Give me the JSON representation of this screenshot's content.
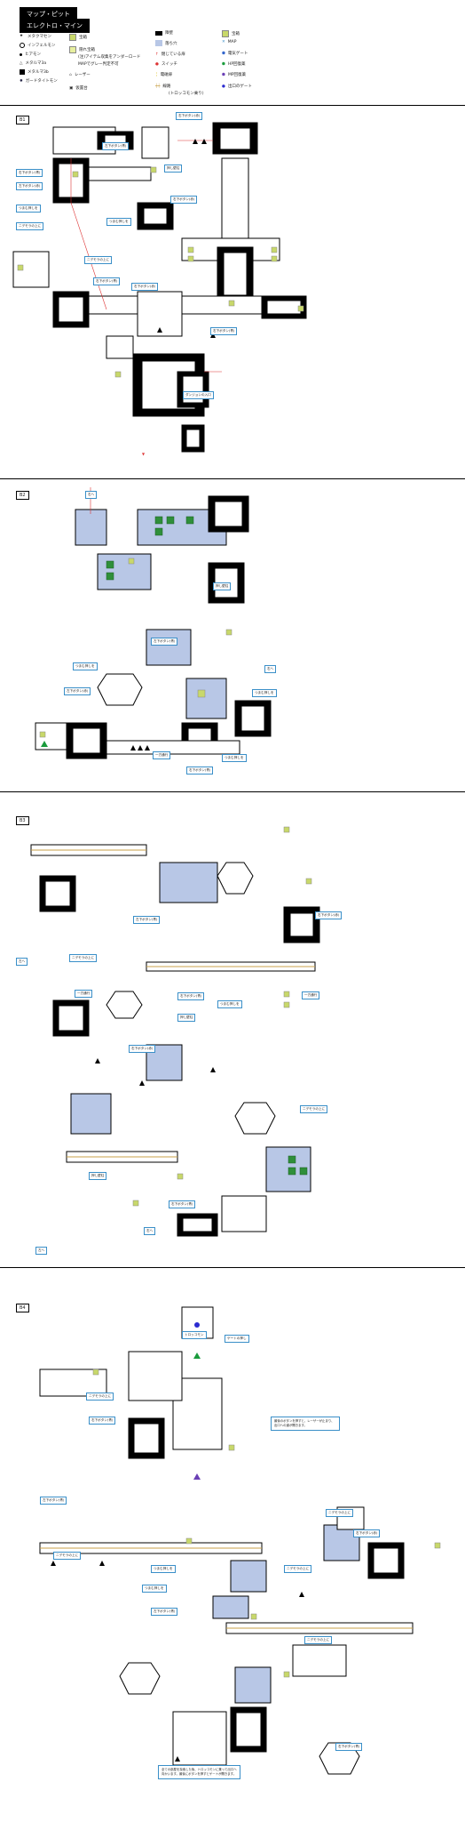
{
  "header": {
    "title": "マップ・ピット",
    "subtitle": "エレクトロ・マイン"
  },
  "legend": [
    {
      "icon": "star-icon",
      "label": "メタクマセン"
    },
    {
      "icon": "circle-icon",
      "label": "インフェルモン"
    },
    {
      "icon": "dot-icon",
      "label": "ヒアモン"
    },
    {
      "icon": "triangle-icon",
      "label": "メタルマ3a"
    },
    {
      "icon": "square-icon",
      "label": "メタルマ3b"
    },
    {
      "icon": "sun-icon",
      "label": "ガードタイトモン"
    },
    {
      "icon": "chest-icon",
      "label": "宝箱"
    },
    {
      "icon": "grid-icon",
      "label": "隠れ宝箱"
    },
    {
      "icon": "note-icon",
      "label": "(注)アイテム収集をアンダーロード"
    },
    {
      "icon": "note-icon",
      "label": "MAPでグレー判定不可"
    },
    {
      "icon": "laser-icon",
      "label": "レーザー"
    },
    {
      "icon": "switch-icon",
      "label": "仮置台"
    },
    {
      "icon": "wall-icon",
      "label": "障壁"
    },
    {
      "icon": "water-icon",
      "label": "落ち穴"
    },
    {
      "icon": "arrow-icon",
      "label": "閉じている扉"
    },
    {
      "icon": "star-red-icon",
      "label": "スイッチ"
    },
    {
      "icon": "door-icon",
      "label": "電磁扉"
    },
    {
      "icon": "rail-icon",
      "label": "線路"
    },
    {
      "icon": "rail-icon",
      "label": "(トロッコモン乗り)"
    },
    {
      "icon": "save-icon",
      "label": "宝箱"
    },
    {
      "icon": "map-icon",
      "label": "MAP"
    },
    {
      "icon": "gate-icon",
      "label": "電気ゲート"
    },
    {
      "icon": "hp-icon",
      "label": "HP回復薬"
    },
    {
      "icon": "mp-icon",
      "label": "MP回復薬"
    },
    {
      "icon": "exit-icon",
      "label": "出口のゲート"
    }
  ],
  "floors": [
    {
      "label": "B1",
      "callouts": [
        "左下ボタン(青)",
        "右下ボタン(赤)",
        "右下ボタン(青)",
        "左下ボタン(赤)",
        "つまむ押しを",
        "ニデモラの上に",
        "右下ボタン(赤)",
        "押し壁柱",
        "つまむ押しを",
        "右下ボタン(青)",
        "ニデモラの上に",
        "右下ボタン(赤)",
        "右下ボタン(青)",
        "ダンジョンの入口"
      ]
    },
    {
      "label": "B2",
      "callouts": [
        "右へ",
        "左下ボタン(青)",
        "押し壁柱",
        "つまむ押しを",
        "左下ボタン(赤)",
        "つまむ押しを",
        "右へ",
        "一方通行",
        "つまむ押しを",
        "右下ボタン(青)"
      ]
    },
    {
      "label": "B3",
      "callouts": [
        "左下ボタン(青)",
        "右下ボタン(赤)",
        "ニデモラの上に",
        "左へ",
        "一方通行",
        "つまむ押しを",
        "右下ボタン(青)",
        "押し壁柱",
        "一方通行",
        "右下ボタン(赤)",
        "ニデモラの上に",
        "押し壁柱",
        "右へ",
        "右下ボタン(青)",
        "左へ"
      ]
    },
    {
      "label": "B4",
      "callouts": [
        "トロッコモン",
        "ゲートの押し",
        "ニデモラの上に",
        "右下ボタン(青)",
        "ニデモラの上に",
        "左下ボタン(青)",
        "つまむ押しを",
        "ニデモラの上に",
        "右下ボタン(赤)",
        "ニデモラの上に",
        "左下ボタン(青)",
        "つまむ押しを",
        "ニデモラの上に",
        "右下ボタン(青)"
      ],
      "note": "最後のボタンを押すと、レーザーが止まり、出口への道が開きます。",
      "bottom_note": "全ての部屋を探索した後、トロッコモンに乗って出口へ向かいます。最後にボタンを押すとゲートが開きます。"
    }
  ],
  "colors": {
    "wall": "#000000",
    "room_blue": "#b8c7e6",
    "chest": "#c8d86a",
    "rail": "#c9a24a",
    "callout_border": "#3a8fc8",
    "switch": "#d33"
  }
}
